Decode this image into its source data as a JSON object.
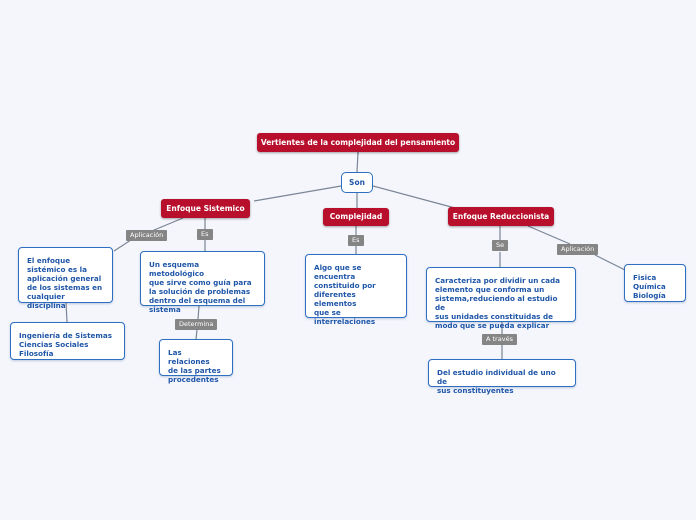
{
  "root": {
    "label": "Vertientes  de la  complejidad del pensamiento"
  },
  "connector": {
    "label": "Son"
  },
  "branches": {
    "sistemico": {
      "label": "Enfoque Sistemico"
    },
    "complejidad": {
      "label": "Complejidad"
    },
    "reduccionista": {
      "label": "Enfoque Reduccionista"
    }
  },
  "tags": {
    "aplicacion_left": "Aplicación",
    "es_left": "Es",
    "es_mid": "Es",
    "se_right": "Se",
    "aplicacion_right": "Aplicación",
    "determina": "Determina",
    "a_traves": "A través"
  },
  "boxes": {
    "enfoque_sistemico_def": "El enfoque\nsistémico es la\naplicación general\nde los sistemas en\ncualquier disciplina",
    "ciencias": "Ingeniería de Sistemas\nCiencias Sociales\nFilosofía",
    "esquema": "Un esquema metodológico\nque sirve como guía para\nla solución de problemas\ndentro del esquema del\nsistema",
    "relaciones": "Las relaciones\nde las partes\nprocedentes",
    "complejidad_def": "Algo que se\nencuentra\nconstituido por\ndiferentes elementos\nque se\ninterrelaciones",
    "caracteriza": "Caracteriza por dividir un cada\nelemento que conforma un\nsistema,reduciendo al estudio de\nsus unidades constituidas de\nmodo que se pueda explicar",
    "estudio": "Del estudio individual de uno de\nsus constituyentes",
    "fisica": "Fisica\nQuímica\nBiología"
  },
  "colors": {
    "primary": "#b8102c",
    "accent": "#2e6fc2",
    "text": "#1f56a8",
    "line": "#7a8595",
    "tag": "#858585",
    "background": "#f4f6fc"
  }
}
